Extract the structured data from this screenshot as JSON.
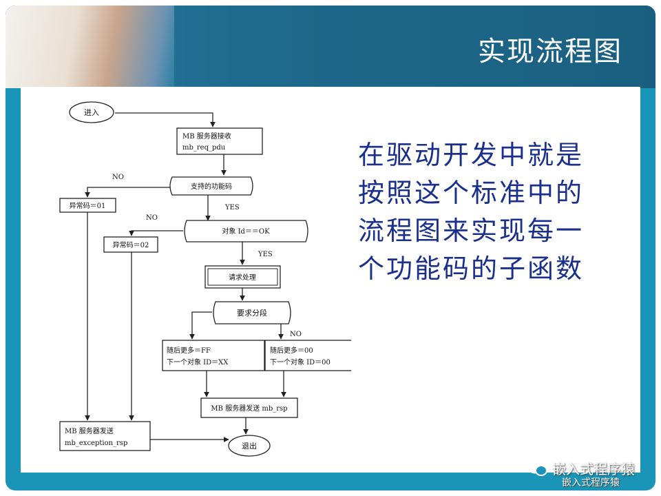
{
  "slide": {
    "title": "实现流程图",
    "description": "在驱动开发中就是按照这个标准中的流程图来实现每一个功能码的子函数"
  },
  "flowchart": {
    "start": "进入",
    "receive_line1": "MB 服务器接收",
    "receive_line2": "mb_req_pdu",
    "decision_func": "支持的功能码",
    "decision_obj": "对象 Id＝＝OK",
    "error1": "异常码＝01",
    "error2": "异常码＝02",
    "process": "请求处理",
    "decision_seg": "要求分段",
    "left_box_line1": "随后更多＝FF",
    "left_box_line2": "下一个对象 ID＝XX",
    "right_box_line1": "随后更多＝00",
    "right_box_line2": "下一个对象 ID＝00",
    "send": "MB 服务器发送 mb_rsp",
    "exception_line1": "MB 服务器发送",
    "exception_line2": "mb_exception_rsp",
    "exit": "退出",
    "label_no": "NO",
    "label_yes": "YES"
  },
  "watermark": {
    "text": "嵌入式程序猿",
    "text_small": "嵌入式程序猿"
  },
  "colors": {
    "frame": "#1a95b8",
    "header": "#1e6b8d",
    "description": "#1a2e8c"
  }
}
